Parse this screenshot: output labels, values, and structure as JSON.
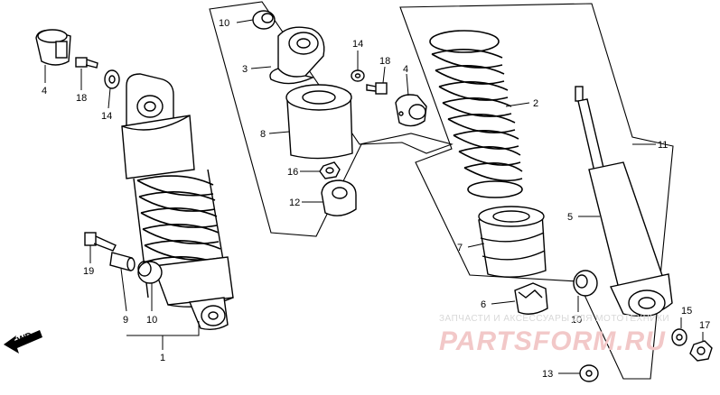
{
  "callouts": {
    "c1": "1",
    "c2": "2",
    "c3": "3",
    "c4a": "4",
    "c4b": "4",
    "c5": "5",
    "c6": "6",
    "c7": "7",
    "c8": "8",
    "c9": "9",
    "c10a": "10",
    "c10b": "10",
    "c10c": "10",
    "c11": "11",
    "c12": "12",
    "c13": "13",
    "c14a": "14",
    "c14b": "14",
    "c15": "15",
    "c16": "16",
    "c17": "17",
    "c18a": "18",
    "c18b": "18",
    "c19": "19"
  },
  "fwd_label": "FWD",
  "watermark": {
    "line1": "ЗАПЧАСТИ И АКСЕССУАРЫ ДЛЯ МОТОТЕХНИКИ",
    "line2": "PARTSFORM.RU"
  }
}
